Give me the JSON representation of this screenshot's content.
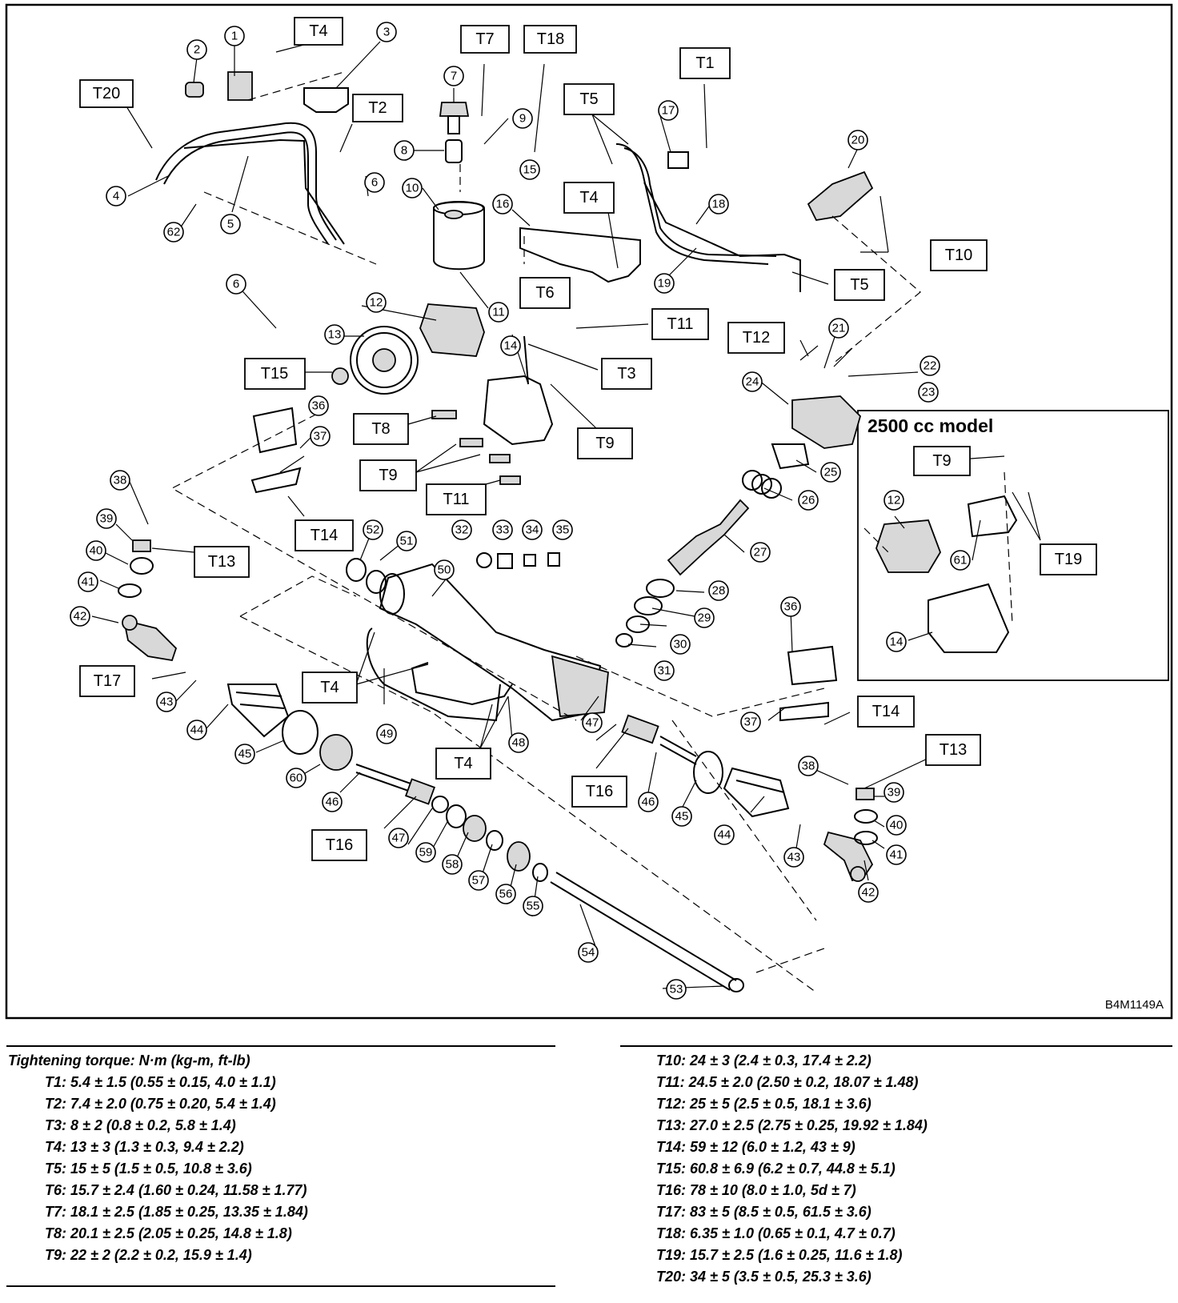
{
  "diagram": {
    "figure_code": "B4M1149A",
    "inset_title": "2500 cc model",
    "callouts": [
      {
        "label": "1"
      },
      {
        "label": "2"
      },
      {
        "label": "3"
      },
      {
        "label": "4"
      },
      {
        "label": "5"
      },
      {
        "label": "6"
      },
      {
        "label": "6"
      },
      {
        "label": "7"
      },
      {
        "label": "8"
      },
      {
        "label": "9"
      },
      {
        "label": "10"
      },
      {
        "label": "11"
      },
      {
        "label": "12"
      },
      {
        "label": "13"
      },
      {
        "label": "14"
      },
      {
        "label": "15"
      },
      {
        "label": "16"
      },
      {
        "label": "17"
      },
      {
        "label": "18"
      },
      {
        "label": "19"
      },
      {
        "label": "20"
      },
      {
        "label": "21"
      },
      {
        "label": "22"
      },
      {
        "label": "23"
      },
      {
        "label": "24"
      },
      {
        "label": "25"
      },
      {
        "label": "26"
      },
      {
        "label": "27"
      },
      {
        "label": "28"
      },
      {
        "label": "29"
      },
      {
        "label": "30"
      },
      {
        "label": "31"
      },
      {
        "label": "32"
      },
      {
        "label": "33"
      },
      {
        "label": "34"
      },
      {
        "label": "35"
      },
      {
        "label": "36"
      },
      {
        "label": "37"
      },
      {
        "label": "38"
      },
      {
        "label": "39"
      },
      {
        "label": "40"
      },
      {
        "label": "41"
      },
      {
        "label": "42"
      },
      {
        "label": "43"
      },
      {
        "label": "44"
      },
      {
        "label": "45"
      },
      {
        "label": "46"
      },
      {
        "label": "47"
      },
      {
        "label": "48"
      },
      {
        "label": "49"
      },
      {
        "label": "50"
      },
      {
        "label": "51"
      },
      {
        "label": "52"
      },
      {
        "label": "36"
      },
      {
        "label": "37"
      },
      {
        "label": "38"
      },
      {
        "label": "39"
      },
      {
        "label": "40"
      },
      {
        "label": "41"
      },
      {
        "label": "42"
      },
      {
        "label": "43"
      },
      {
        "label": "44"
      },
      {
        "label": "45"
      },
      {
        "label": "46"
      },
      {
        "label": "47"
      },
      {
        "label": "53"
      },
      {
        "label": "54"
      },
      {
        "label": "55"
      },
      {
        "label": "56"
      },
      {
        "label": "57"
      },
      {
        "label": "58"
      },
      {
        "label": "59"
      },
      {
        "label": "60"
      },
      {
        "label": "62"
      },
      {
        "label": "12"
      },
      {
        "label": "61"
      },
      {
        "label": "14"
      }
    ],
    "torque_boxes": [
      {
        "label": "T4"
      },
      {
        "label": "T20"
      },
      {
        "label": "T2"
      },
      {
        "label": "T7"
      },
      {
        "label": "T18"
      },
      {
        "label": "T5"
      },
      {
        "label": "T1"
      },
      {
        "label": "T4"
      },
      {
        "label": "T10"
      },
      {
        "label": "T6"
      },
      {
        "label": "T5"
      },
      {
        "label": "T11"
      },
      {
        "label": "T12"
      },
      {
        "label": "T3"
      },
      {
        "label": "T15"
      },
      {
        "label": "T8"
      },
      {
        "label": "T9"
      },
      {
        "label": "T9"
      },
      {
        "label": "T11"
      },
      {
        "label": "T14"
      },
      {
        "label": "T13"
      },
      {
        "label": "T17"
      },
      {
        "label": "T4"
      },
      {
        "label": "T4"
      },
      {
        "label": "T16"
      },
      {
        "label": "T16"
      },
      {
        "label": "T14"
      },
      {
        "label": "T13"
      },
      {
        "label": "T9"
      },
      {
        "label": "T19"
      }
    ]
  },
  "torque_table": {
    "heading": "Tightening torque: N·m (kg-m, ft-lb)",
    "left": [
      "T1: 5.4 ± 1.5 (0.55 ± 0.15, 4.0 ± 1.1)",
      "T2: 7.4 ± 2.0 (0.75 ± 0.20, 5.4 ± 1.4)",
      "T3: 8 ± 2 (0.8 ± 0.2, 5.8 ± 1.4)",
      "T4: 13 ± 3 (1.3 ± 0.3, 9.4 ± 2.2)",
      "T5: 15 ± 5 (1.5 ± 0.5, 10.8 ± 3.6)",
      "T6: 15.7 ± 2.4 (1.60 ± 0.24, 11.58 ± 1.77)",
      "T7: 18.1 ± 2.5 (1.85 ± 0.25, 13.35 ± 1.84)",
      "T8: 20.1 ± 2.5 (2.05 ± 0.25, 14.8 ± 1.8)",
      "T9: 22 ± 2 (2.2 ± 0.2, 15.9 ± 1.4)"
    ],
    "right": [
      "T10: 24 ± 3 (2.4 ± 0.3, 17.4 ± 2.2)",
      "T11: 24.5 ± 2.0 (2.50 ± 0.2, 18.07 ± 1.48)",
      "T12: 25 ± 5 (2.5 ± 0.5, 18.1 ± 3.6)",
      "T13: 27.0 ± 2.5 (2.75 ± 0.25, 19.92 ± 1.84)",
      "T14: 59 ± 12 (6.0 ± 1.2, 43 ± 9)",
      "T15: 60.8 ± 6.9 (6.2 ± 0.7, 44.8 ± 5.1)",
      "T16: 78 ± 10 (8.0 ± 1.0, 5d ± 7)",
      "T17: 83 ± 5 (8.5 ± 0.5, 61.5 ± 3.6)",
      "T18: 6.35 ± 1.0 (0.65 ± 0.1, 4.7 ± 0.7)",
      "T19: 15.7 ± 2.5 (1.6 ± 0.25, 11.6 ± 1.8)",
      "T20: 34 ± 5 (3.5 ± 0.5, 25.3 ± 3.6)"
    ]
  }
}
